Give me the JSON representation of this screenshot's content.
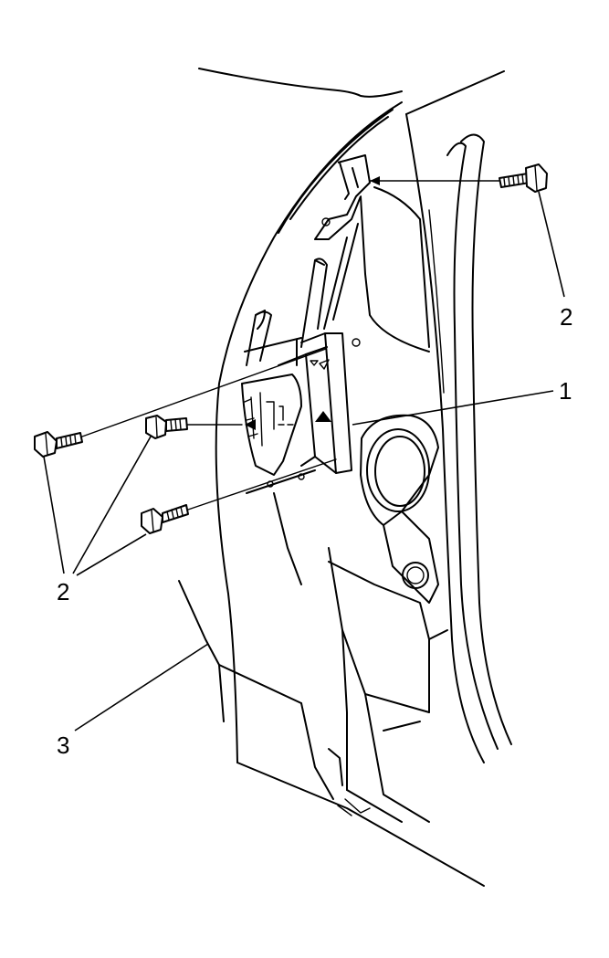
{
  "callouts": {
    "bracket": "1",
    "bolt_upper": "2",
    "bolts_lower": "2",
    "panel": "3"
  },
  "colors": {
    "line": "#000000",
    "background": "#ffffff"
  }
}
